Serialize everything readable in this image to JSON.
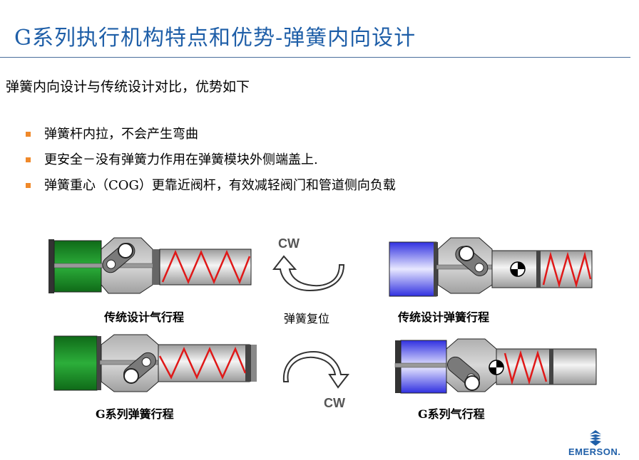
{
  "title": "G系列执行机构特点和优势-弹簧内向设计",
  "subtitle": "弹簧内向设计与传统设计对比，优势如下",
  "bullets": [
    "弹簧杆内拉，不会产生弯曲",
    "更安全－没有弹簧力作用在弹簧模块外侧端盖上.",
    "弹簧重心（COG）更靠近阀杆，有效减轻阀门和管道侧向负载"
  ],
  "diagram": {
    "top_left_caption": "传统设计气行程",
    "top_right_caption": "传统设计弹簧行程",
    "middle_caption": "弹簧复位",
    "bottom_left_caption": "G系列弹簧行程",
    "bottom_right_caption": "G系列气行程",
    "rotation_top": "CW",
    "rotation_bottom": "CW"
  },
  "colors": {
    "title_blue": "#1f5fa8",
    "bullet_orange": "#f0892a",
    "cylinder_green": "#1e8a2a",
    "cylinder_blue": "#5a5af0",
    "spring_red": "#e01818"
  },
  "logo": {
    "icon": "emerson-logo-icon",
    "text": "EMERSON."
  }
}
